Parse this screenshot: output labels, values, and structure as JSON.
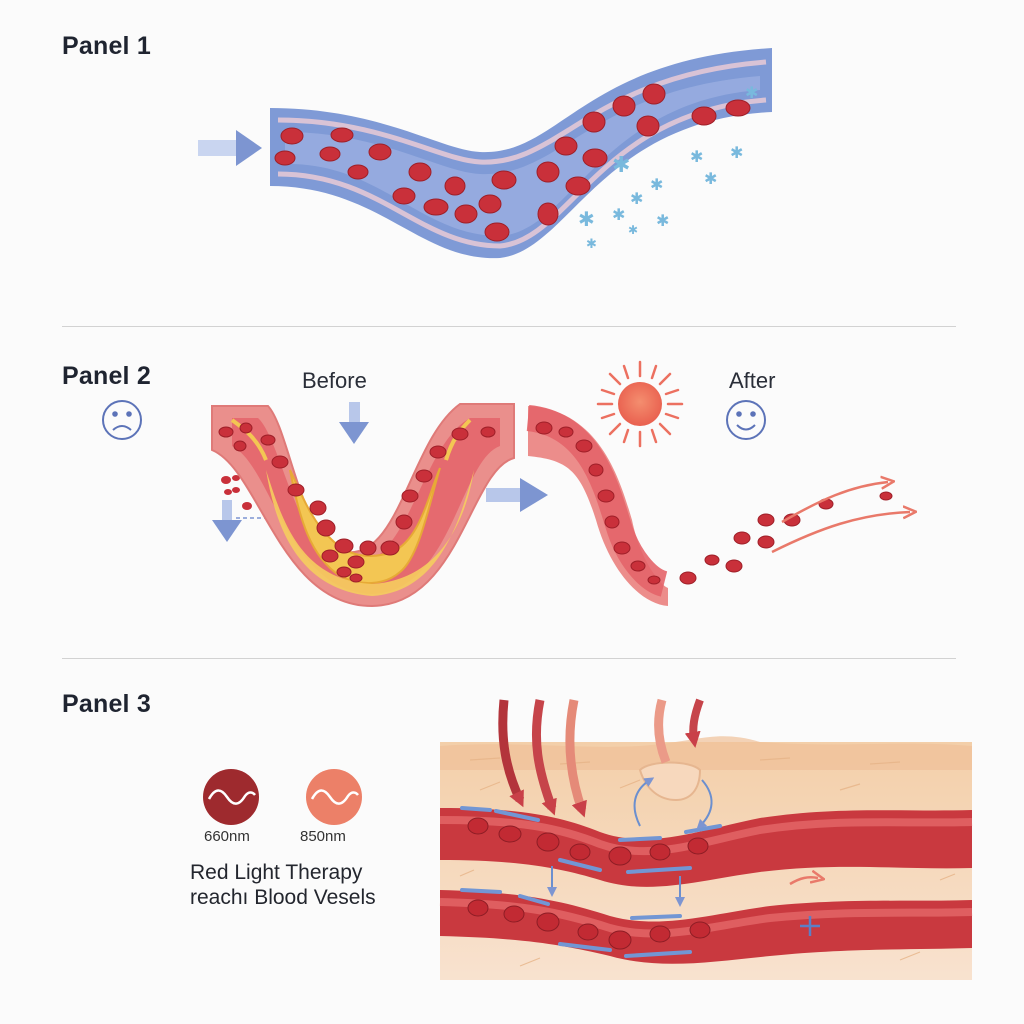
{
  "panels": [
    {
      "title": "Panel 1"
    },
    {
      "title": "Panel 2",
      "before_label": "Before",
      "after_label": "After"
    },
    {
      "title": "Panel 3",
      "wavelengths": [
        {
          "label": "660nm",
          "color": "#9e2a2e"
        },
        {
          "label": "850nm",
          "color": "#ec8068"
        }
      ],
      "caption_line1": "Red Light Therapy",
      "caption_line2": "reachı Blood Vesels"
    }
  ],
  "colors": {
    "vessel_blue": "#7f9ad6",
    "vessel_red": "#e0676b",
    "plaque": "#f3c653",
    "cell": "#c9303a",
    "arrow_blue": "#7d95d1",
    "sun": "#ec7060",
    "skin": "#f6dcc4"
  },
  "icons": {
    "sad_face": "sad-face-icon",
    "happy_face": "happy-face-icon",
    "sun": "sun-icon"
  }
}
